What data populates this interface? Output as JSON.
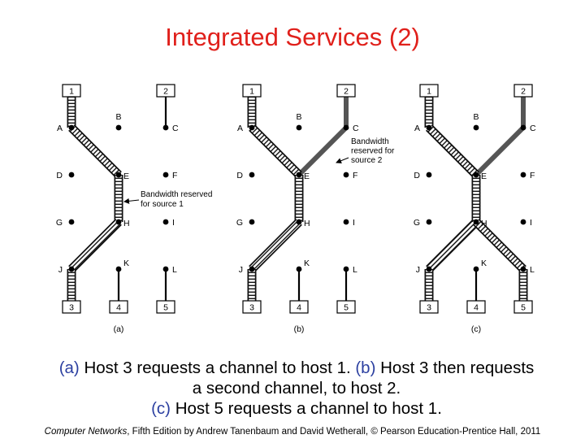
{
  "title": "Integrated Services (2)",
  "caption": {
    "line1": [
      {
        "text": "(a)",
        "mark": true
      },
      {
        "text": " Host 3 requests a channel to host 1. ",
        "mark": false
      },
      {
        "text": "(b)",
        "mark": true
      },
      {
        "text": " Host 3 then requests",
        "mark": false
      }
    ],
    "line2": [
      {
        "text": "a second channel, to host 2.",
        "mark": false
      }
    ],
    "line3": [
      {
        "text": "(c)",
        "mark": true
      },
      {
        "text": " Host 5 requests a channel to host 1.",
        "mark": false
      }
    ]
  },
  "footer": {
    "book": "Computer Networks",
    "rest": ", Fifth Edition by Andrew Tanenbaum and David Wetherall, © Pearson Education-Prentice Hall, 2011"
  },
  "diagram": {
    "hosts_top": [
      "1",
      "2"
    ],
    "hosts_bottom": [
      "3",
      "4",
      "5"
    ],
    "routers": [
      "A",
      "B",
      "C",
      "D",
      "E",
      "F",
      "G",
      "H",
      "I",
      "J",
      "K",
      "L"
    ],
    "panels": [
      {
        "label": "(a)",
        "annotation": [
          "Bandwidth reserved",
          "for source 1"
        ]
      },
      {
        "label": "(b)",
        "annotation": [
          "Bandwidth",
          "reserved for",
          "source 2"
        ]
      },
      {
        "label": "(c)",
        "annotation": []
      }
    ]
  },
  "colors": {
    "title": "#e0201b",
    "caption_mark": "#2b3fa0",
    "reserved_dark": "#555555"
  }
}
